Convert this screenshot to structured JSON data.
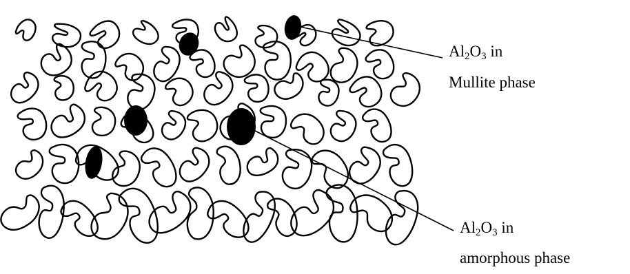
{
  "labels": {
    "mullite": {
      "element_a": "Al",
      "subscript_a": "2",
      "element_b": "O",
      "subscript_b": "3",
      "suffix": " in",
      "line2": "Mullite phase"
    },
    "amorphous": {
      "element_a": "Al",
      "subscript_a": "2",
      "element_b": "O",
      "subscript_b": "3",
      "suffix": " in",
      "line2": "amorphous phase"
    }
  },
  "colors": {
    "stroke": "#000000",
    "fill_particle": "#000000",
    "background": "#ffffff"
  }
}
